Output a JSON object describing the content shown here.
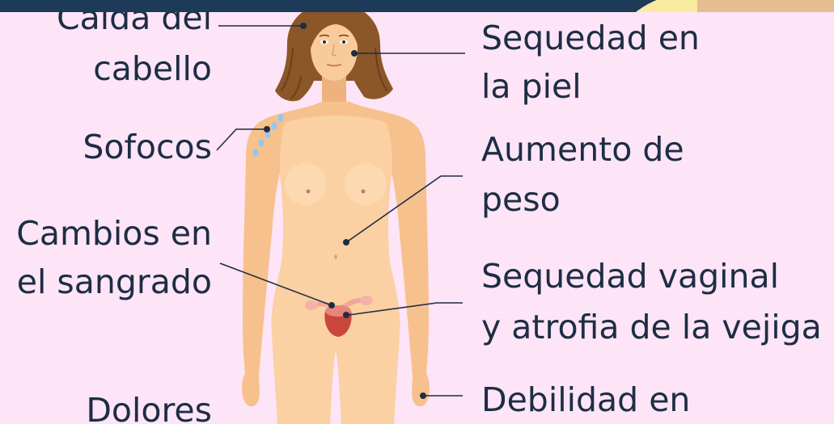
{
  "labels": {
    "hair_loss": {
      "line1": "Caída del",
      "line2": "cabello"
    },
    "hot_flashes": {
      "line1": "Sofocos"
    },
    "bleeding_changes": {
      "line1": "Cambios en",
      "line2": "el sangrado"
    },
    "pain": {
      "line1": "Dolores"
    },
    "dry_skin": {
      "line1": "Sequedad en",
      "line2": "la piel"
    },
    "weight_gain": {
      "line1": "Aumento de",
      "line2": "peso"
    },
    "vaginal_dryness": {
      "line1": "Sequedad vaginal",
      "line2": "y atrofia de la vejiga"
    },
    "weakness": {
      "line1": "Debilidad en"
    }
  },
  "icons": {
    "figure": "woman-body-icon",
    "droplets": "sweat-droplets-icon",
    "organ": "uterus-icon"
  },
  "colors": {
    "background": "#fde4f7",
    "text": "#1d2d44",
    "bar": "#1d3b58",
    "bar_yellow": "#f9eba0",
    "bar_tan": "#e5be91",
    "skin": "#f7c18d",
    "skin_light": "#fbd0a2",
    "hair": "#8b5628",
    "uterus": "#c9463d",
    "droplets": "#92c8ef"
  }
}
